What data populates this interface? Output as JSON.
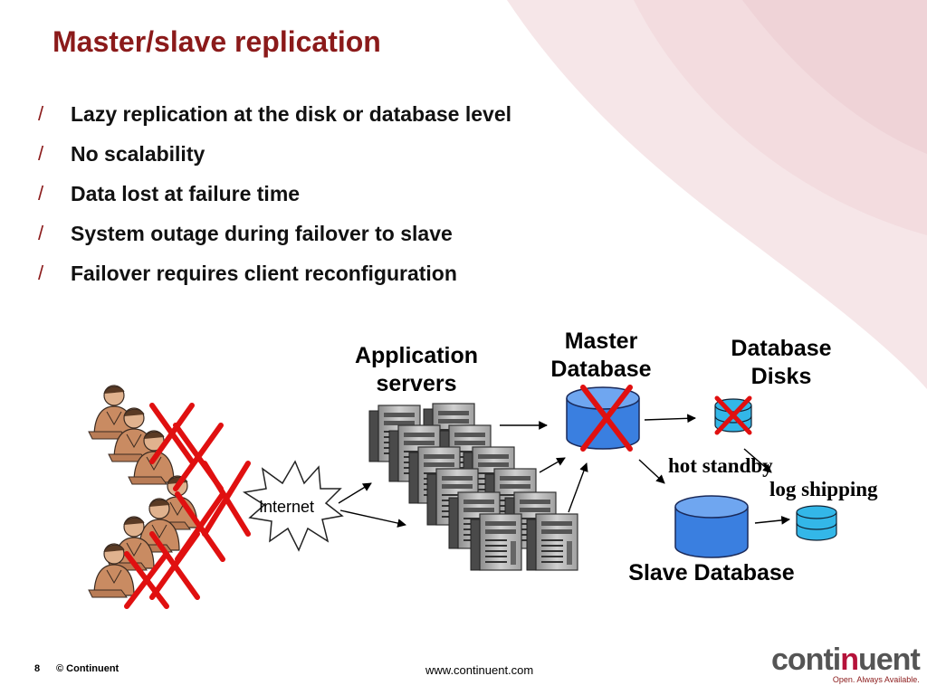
{
  "slide": {
    "title": "Master/slave replication",
    "bullets": [
      {
        "mark": "/",
        "text": "Lazy replication at the disk or database level"
      },
      {
        "mark": "/",
        "text": "No scalability"
      },
      {
        "mark": "/",
        "text": "Data lost at failure time"
      },
      {
        "mark": "/",
        "text": "System outage during failover to slave"
      },
      {
        "mark": "/",
        "text": "Failover requires client reconfiguration"
      }
    ]
  },
  "diagram": {
    "application_servers_label_line1": "Application",
    "application_servers_label_line2": "servers",
    "master_database_label_line1": "Master",
    "master_database_label_line2": "Database",
    "database_disks_label_line1": "Database",
    "database_disks_label_line2": "Disks",
    "internet_label": "Internet",
    "hot_standby_label": "hot standby",
    "log_shipping_label": "log shipping",
    "slave_database_label": "Slave Database"
  },
  "footer": {
    "page_number": "8",
    "copyright": "© Continuent",
    "url": "www.continuent.com"
  },
  "logo": {
    "word_start": "conti",
    "word_accent": "n",
    "word_end": "uent",
    "tagline": "Open. Always Available."
  },
  "colors": {
    "title": "#8b1a1a",
    "cross": "#e01010",
    "cylinder": "#3a7fe0",
    "disk": "#33b7e8",
    "background_swoosh": "#f3d9dd"
  }
}
